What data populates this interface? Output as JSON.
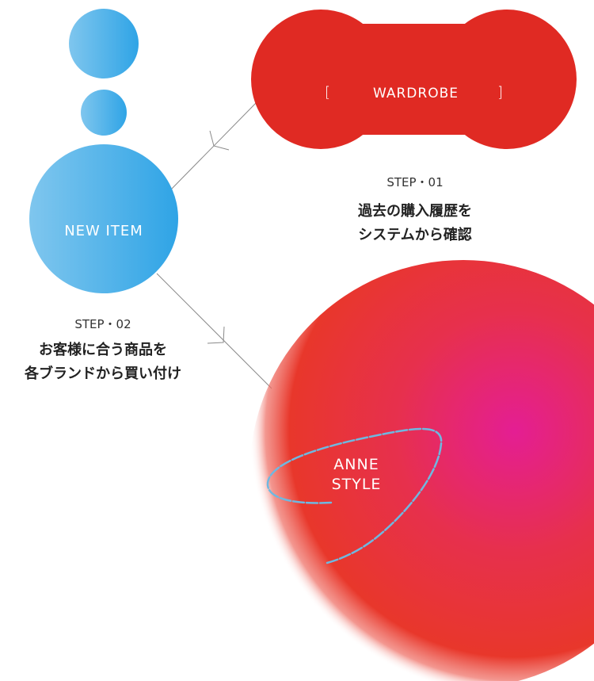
{
  "colors": {
    "blue_light": "#7cc4ec",
    "blue": "#34a6e6",
    "red": "#e02a23",
    "magenta": "#e41e8c",
    "connector": "#888888",
    "scribble": "#6fb8e0"
  },
  "wardrobe": {
    "bracket_left": "[",
    "label": "WARDROBE",
    "bracket_right": "]"
  },
  "new_item": {
    "label": "NEW ITEM"
  },
  "anne_style": {
    "line1": "ANNE",
    "line2": "STYLE"
  },
  "step1": {
    "label": "STEP・01",
    "desc_line1": "過去の購入履歴を",
    "desc_line2": "システムから確認"
  },
  "step2": {
    "label": "STEP・02",
    "desc_line1": "お客様に合う商品を",
    "desc_line2": "各ブランドから買い付け"
  },
  "icons": {
    "arrow": "arrowhead-icon"
  }
}
